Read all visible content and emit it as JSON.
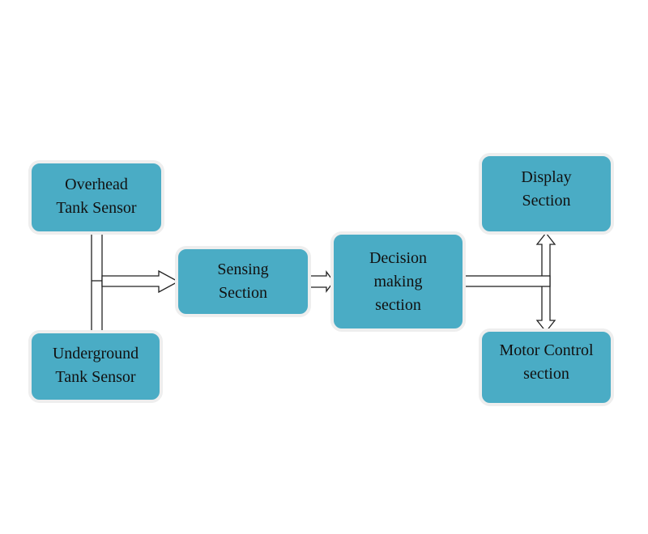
{
  "diagram": {
    "type": "block-diagram",
    "colors": {
      "node_fill": "#4aacc5",
      "node_border": "#eeeeee",
      "arrow_fill": "#ffffff",
      "arrow_stroke": "#222222",
      "text": "#111111"
    },
    "nodes": {
      "overhead": {
        "line1": "Overhead",
        "line2": "Tank Sensor"
      },
      "underground": {
        "line1": "Underground",
        "line2": "Tank Sensor"
      },
      "sensing": {
        "line1": "Sensing",
        "line2": "Section"
      },
      "decision": {
        "line1": "Decision",
        "line2": "making",
        "line3": "section"
      },
      "display": {
        "line1": "Display",
        "line2": "Section"
      },
      "motor": {
        "line1": "Motor Control",
        "line2": "section"
      }
    },
    "edges": [
      {
        "from": "overhead",
        "to": "sensing",
        "style": "block-arrow"
      },
      {
        "from": "underground",
        "to": "sensing",
        "style": "block-arrow"
      },
      {
        "from": "sensing",
        "to": "decision",
        "style": "block-arrow"
      },
      {
        "from": "decision",
        "to": "display",
        "style": "double-block-arrow"
      },
      {
        "from": "decision",
        "to": "motor",
        "style": "double-block-arrow"
      }
    ]
  }
}
